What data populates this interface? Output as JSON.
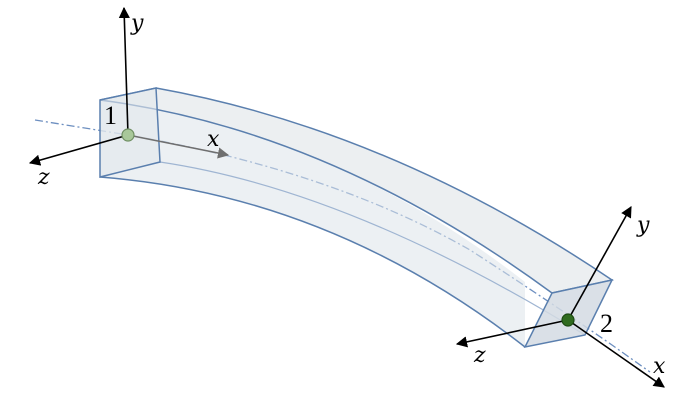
{
  "colors": {
    "beam_edge": "#5a7fae",
    "beam_face": "#dde3ea",
    "beam_top": "#e9ecef",
    "centerline": "#6d8fc0",
    "axis": "#000000",
    "local_x_arrow": "#6f6f6f",
    "node1_fill": "#a8c89a",
    "node2_fill": "#2f6b1f"
  },
  "nodes": [
    {
      "label": "1",
      "marker": "node-1-marker"
    },
    {
      "label": "2",
      "marker": "node-2-marker"
    }
  ],
  "axes": {
    "node1": {
      "x": "x",
      "y": "y",
      "z": "z"
    },
    "node2": {
      "x": "x",
      "y": "y",
      "z": "z"
    }
  }
}
